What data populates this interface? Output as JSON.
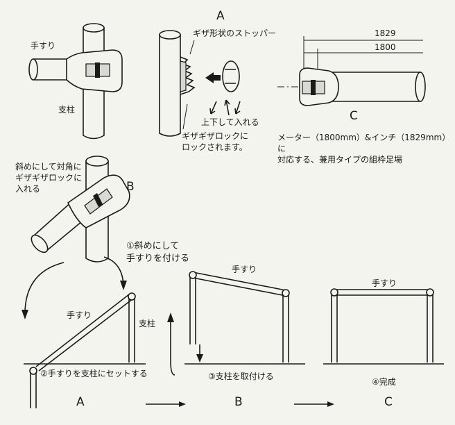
{
  "letters": {
    "a": "A",
    "b": "B",
    "c": "C"
  },
  "top_left": {
    "handrail": "手すり",
    "post": "支柱"
  },
  "top_mid": {
    "stopper": "ギザ形状のストッパー",
    "insert": "上下して入れる",
    "lock": "ギザギザロックに\nロックされます。"
  },
  "top_right": {
    "dim1": "1829",
    "dim2": "1800",
    "caption": "メーター（1800mm）&インチ（1829mm）に\n対応する、兼用タイプの組枠足場"
  },
  "mid_left": {
    "note": "斜めにして対角に\nギザギザロックに\n入れる"
  },
  "steps": {
    "step1": "①斜めにして\n手すりを付ける",
    "step2": "②手すりを支柱にセットする",
    "step3": "③支柱を取付ける",
    "step4": "④完成"
  },
  "bottom": {
    "handrail_a": "手すり",
    "post_a": "支柱",
    "handrail_b": "手すり",
    "handrail_c": "手すり"
  }
}
